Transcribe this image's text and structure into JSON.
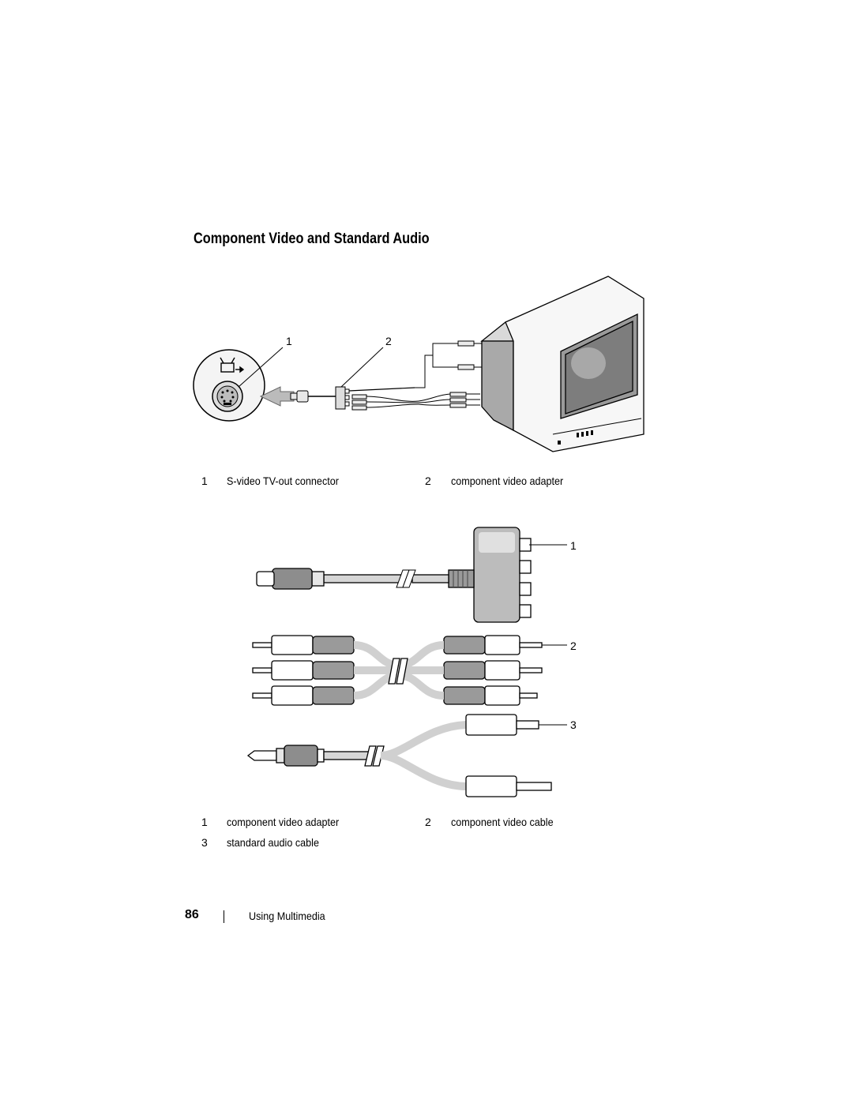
{
  "section_title": "Component Video and Standard Audio",
  "figure1": {
    "callouts": [
      "1",
      "2"
    ],
    "legend": [
      {
        "num": "1",
        "label": "S-video TV-out connector"
      },
      {
        "num": "2",
        "label": "component video adapter"
      }
    ]
  },
  "figure2": {
    "callouts": [
      "1",
      "2",
      "3"
    ],
    "legend": [
      {
        "num": "1",
        "label": "component video adapter"
      },
      {
        "num": "2",
        "label": "component video cable"
      },
      {
        "num": "3",
        "label": "standard audio cable"
      }
    ]
  },
  "footer": {
    "page_number": "86",
    "section": "Using Multimedia"
  }
}
